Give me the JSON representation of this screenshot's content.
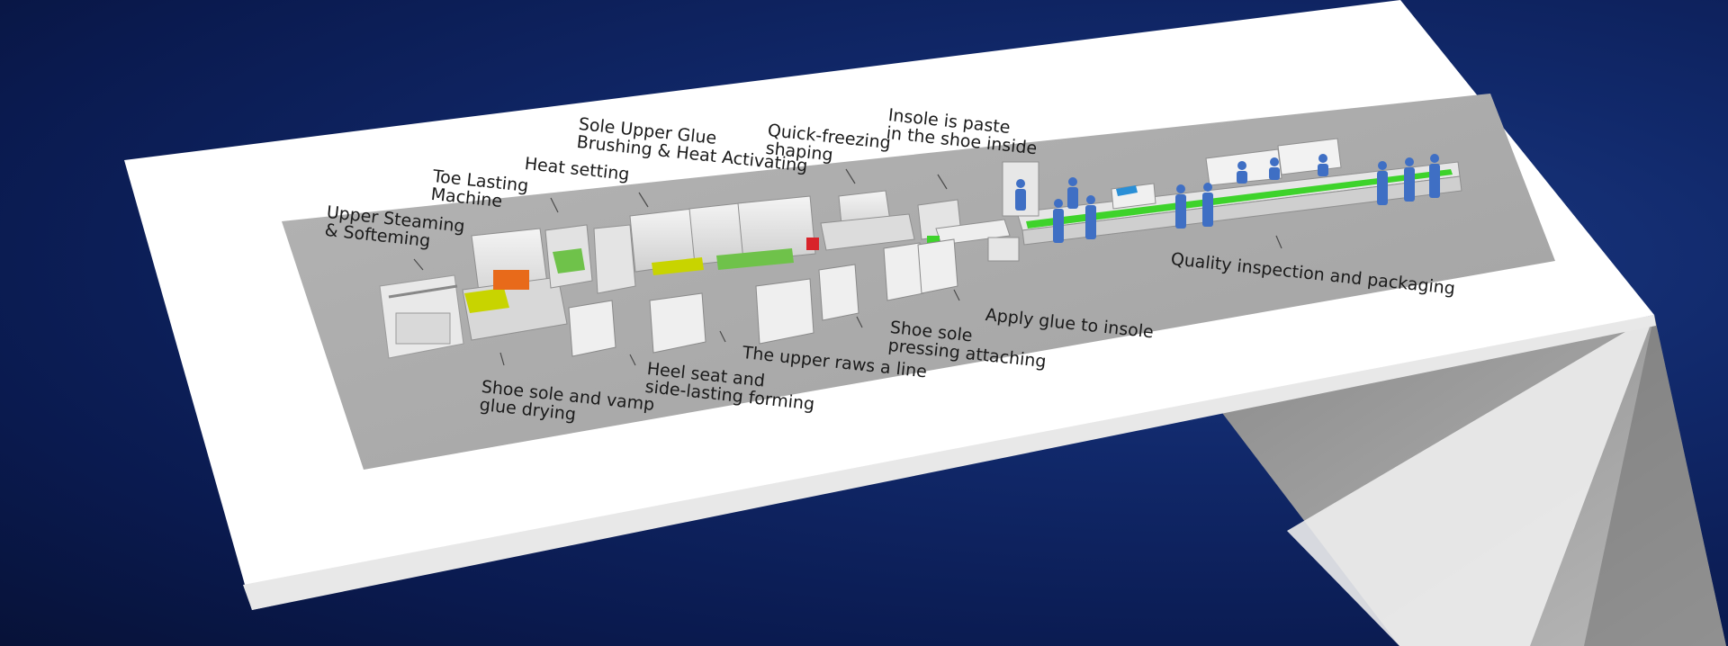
{
  "labels": {
    "upper_steaming": "Upper Steaming\n& Softeming",
    "toe_lasting": "Toe Lasting\nMachine",
    "heat_setting": "Heat setting",
    "sole_upper_glue": "Sole Upper Glue\nBrushing & Heat Activating",
    "quick_freezing": "Quick-freezing\nshaping",
    "insole_paste": "Insole is paste\nin the shoe inside",
    "quality_inspection": "Quality inspection and packaging",
    "apply_glue_insole": "Apply glue to insole",
    "shoe_sole_pressing": "Shoe sole\npressing attaching",
    "upper_raws": "The upper raws a line",
    "heel_seat": "Heel seat and\nside-lasting forming",
    "shoe_sole_vamp": "Shoe sole and vamp\nglue drying"
  },
  "colors": {
    "background": "#0f2566",
    "platform": "#ffffff",
    "floor": "#a9a9a9",
    "accent_green": "#3ed32b",
    "machine_yellow": "#c8d400",
    "worker_blue": "#3f6fc4"
  }
}
